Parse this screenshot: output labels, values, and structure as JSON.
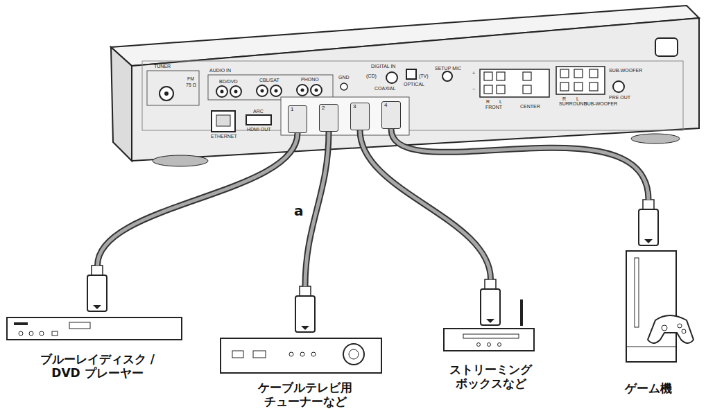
{
  "diagram": {
    "nodes": [
      {
        "text": [
          "TUNER",
          "FM",
          "75 Ω",
          "AUDIO IN",
          "BD/DVD",
          "CBL/SAT",
          "PHONO",
          "GND",
          "DIGITAL IN",
          "(CD)",
          "COAXIAL",
          "(TV)",
          "OPTICAL",
          "SETUP MIC",
          "+",
          "−",
          "R",
          "L",
          "FRONT",
          "CENTER",
          "R",
          "L",
          "SURROUND",
          "SUB-WOOFER",
          "SUB-WOOFER",
          "PRE OUT",
          "ETHERNET",
          "ARC",
          "HDMI OUT"
        ]
      },
      {
        "text": [
          "1"
        ],
        "in": 0
      },
      {
        "text": [
          "2"
        ],
        "in": 0
      },
      {
        "text": [
          "3"
        ],
        "in": 0
      },
      {
        "text": [
          "4"
        ],
        "in": 0
      },
      {
        "text": [
          "ブルーレイディスク / DVD プレーヤー"
        ]
      },
      {
        "text": [
          "ケーブルテレビ用 チューナーなど"
        ]
      },
      {
        "text": [
          "ストリーミング ボックスなど"
        ]
      },
      {
        "text": [
          "ゲーム機"
        ]
      }
    ],
    "edges": [
      {
        "from": 1,
        "to": 5,
        "arrow": "none"
      },
      {
        "from": 2,
        "to": 6,
        "arrow": "none"
      },
      {
        "from": 3,
        "to": 7,
        "arrow": "none"
      },
      {
        "from": 4,
        "to": 8,
        "arrow": "none"
      }
    ],
    "labels": [
      "a"
    ]
  }
}
